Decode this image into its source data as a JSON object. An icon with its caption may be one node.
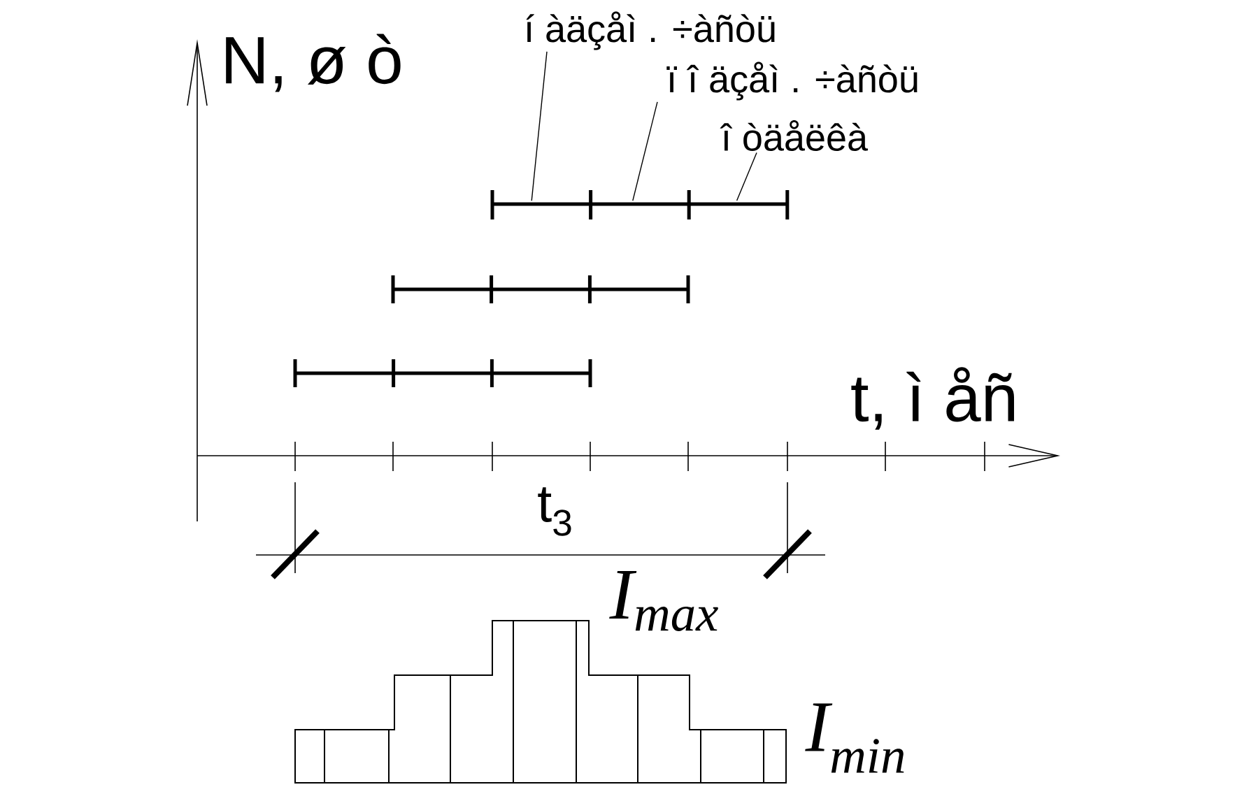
{
  "diagram": {
    "nodes": [
      {
        "text": [
          "í àäçåì . ÷àñòü"
        ]
      },
      {
        "text": [
          "ï î äçåì . ÷àñòü"
        ]
      },
      {
        "text": [
          "î òäåëêà"
        ]
      },
      {
        "text": [],
        "shape": "bar"
      },
      {
        "text": [],
        "shape": "bar"
      },
      {
        "text": [],
        "shape": "bar"
      }
    ],
    "edges": [
      {
        "from": 0,
        "to": 3,
        "arrow": "none"
      },
      {
        "from": 1,
        "to": 4,
        "arrow": "none"
      },
      {
        "from": 2,
        "to": 5,
        "arrow": "none"
      }
    ],
    "labels": [
      "N, ø ò",
      "t, ì åñ",
      "t$_{3}$",
      "I$_{max}$",
      "I$_{min}$"
    ]
  }
}
